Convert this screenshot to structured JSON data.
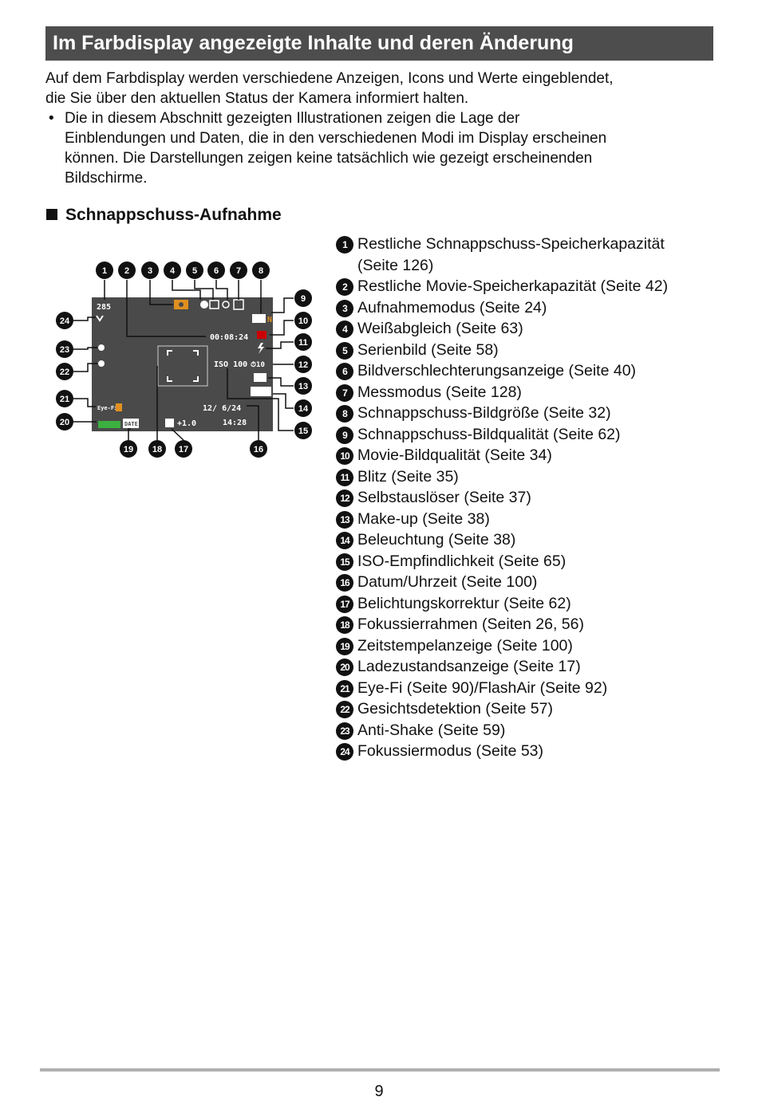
{
  "header": {
    "title": "Im Farbdisplay angezeigte Inhalte und deren Änderung"
  },
  "intro": {
    "line1": "Auf dem Farbdisplay werden verschiedene Anzeigen, Icons und Werte eingeblendet,",
    "line2": "die Sie über den aktuellen Status der Kamera informiert halten.",
    "bullet_mark": "•",
    "bullet_line1": "Die in diesem Abschnitt gezeigten Illustrationen zeigen die Lage der",
    "bullet_line2": "Einblendungen und Daten, die in den verschiedenen Modi im Display erscheinen",
    "bullet_line3": "können. Die Darstellungen zeigen keine tatsächlich wie gezeigt erscheinenden",
    "bullet_line4": "Bildschirme."
  },
  "section": {
    "title": "Schnappschuss-Aufnahme"
  },
  "screen": {
    "remaining_shots": "285",
    "movie_time": "00:08:24",
    "iso": "ISO 100",
    "date": "12/ 6/24",
    "time": "14:28",
    "exposure": "+1.0",
    "date_stamp": "DATE",
    "eye_fi": "Eye-Fi"
  },
  "diagram_numbers": [
    "1",
    "2",
    "3",
    "4",
    "5",
    "6",
    "7",
    "8",
    "9",
    "10",
    "11",
    "12",
    "13",
    "14",
    "15",
    "16",
    "17",
    "18",
    "19",
    "20",
    "21",
    "22",
    "23",
    "24"
  ],
  "legend": [
    {
      "num": "1",
      "line1": "Restliche Schnappschuss-Speicherkapazität",
      "line2": "(Seite 126)"
    },
    {
      "num": "2",
      "line1": "Restliche Movie-Speicherkapazität (Seite 42)"
    },
    {
      "num": "3",
      "line1": "Aufnahmemodus (Seite 24)"
    },
    {
      "num": "4",
      "line1": "Weißabgleich (Seite 63)"
    },
    {
      "num": "5",
      "line1": "Serienbild (Seite 58)"
    },
    {
      "num": "6",
      "line1": "Bildverschlechterungsanzeige (Seite 40)"
    },
    {
      "num": "7",
      "line1": "Messmodus (Seite 128)"
    },
    {
      "num": "8",
      "line1": "Schnappschuss-Bildgröße (Seite 32)"
    },
    {
      "num": "9",
      "line1": "Schnappschuss-Bildqualität (Seite 62)"
    },
    {
      "num": "10",
      "line1": "Movie-Bildqualität (Seite 34)"
    },
    {
      "num": "11",
      "line1": "Blitz (Seite 35)"
    },
    {
      "num": "12",
      "line1": "Selbstauslöser (Seite 37)"
    },
    {
      "num": "13",
      "line1": "Make-up (Seite 38)"
    },
    {
      "num": "14",
      "line1": "Beleuchtung (Seite 38)"
    },
    {
      "num": "15",
      "line1": "ISO-Empfindlichkeit (Seite 65)"
    },
    {
      "num": "16",
      "line1": "Datum/Uhrzeit (Seite 100)"
    },
    {
      "num": "17",
      "line1": "Belichtungskorrektur (Seite 62)"
    },
    {
      "num": "18",
      "line1": "Fokussierrahmen (Seiten 26, 56)"
    },
    {
      "num": "19",
      "line1": "Zeitstempelanzeige (Seite 100)"
    },
    {
      "num": "20",
      "line1": "Ladezustandsanzeige (Seite 17)"
    },
    {
      "num": "21",
      "line1": "Eye-Fi (Seite 90)/FlashAir (Seite 92)"
    },
    {
      "num": "22",
      "line1": "Gesichtsdetektion (Seite 57)"
    },
    {
      "num": "23",
      "line1": "Anti-Shake (Seite 59)"
    },
    {
      "num": "24",
      "line1": "Fokussiermodus (Seite 53)"
    }
  ],
  "footer": {
    "page_number": "9"
  }
}
